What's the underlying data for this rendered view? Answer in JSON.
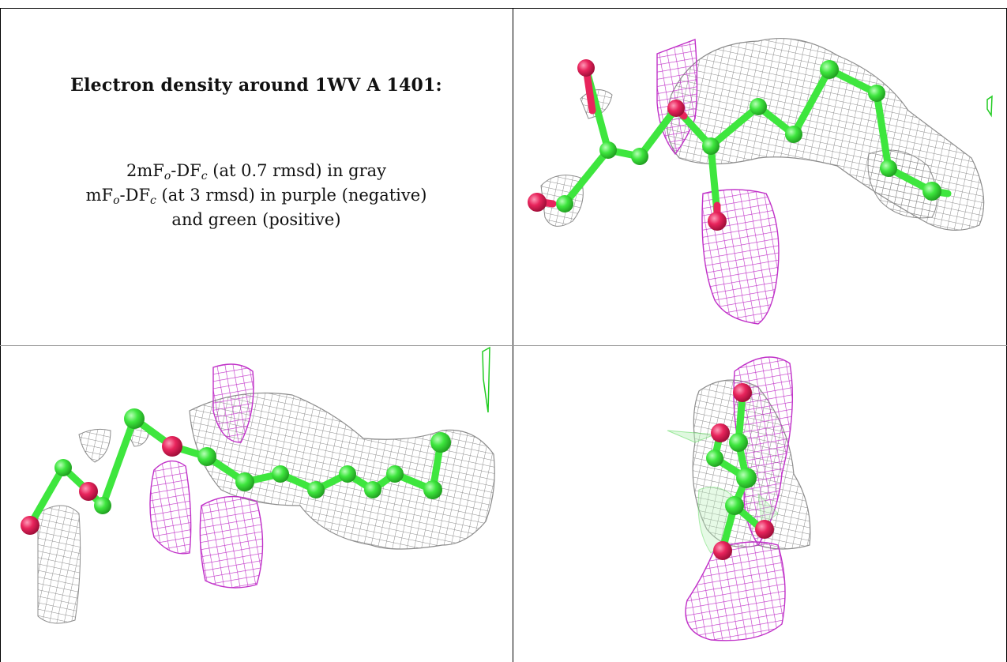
{
  "heading": "Electron density around 1WV A 1401:",
  "legend": {
    "line1": {
      "a": "2mF",
      "sub1": "o",
      "b": "-DF",
      "sub2": "c",
      "c": " (at 0.7 rmsd) in gray"
    },
    "line2": {
      "a": "mF",
      "sub1": "o",
      "b": "-DF",
      "sub2": "c",
      "c": " (at 3 rmsd) in purple (negative)"
    },
    "line3": "and green (positive)"
  },
  "colors": {
    "mesh_2fofc": "#8c8c8c",
    "mesh_negative": "#c030c8",
    "mesh_positive": "#22cc22",
    "carbon": "#3ee63e",
    "oxygen": "#e8245c"
  },
  "panels": [
    {
      "name": "view-top-right",
      "contents": [
        "gray-mesh",
        "purple-mesh",
        "green-mesh",
        "ligand-model"
      ]
    },
    {
      "name": "view-bottom-left",
      "contents": [
        "gray-mesh",
        "purple-mesh",
        "green-mesh",
        "ligand-model"
      ]
    },
    {
      "name": "view-bottom-right",
      "contents": [
        "gray-mesh",
        "purple-mesh",
        "green-mesh",
        "ligand-model"
      ]
    }
  ]
}
